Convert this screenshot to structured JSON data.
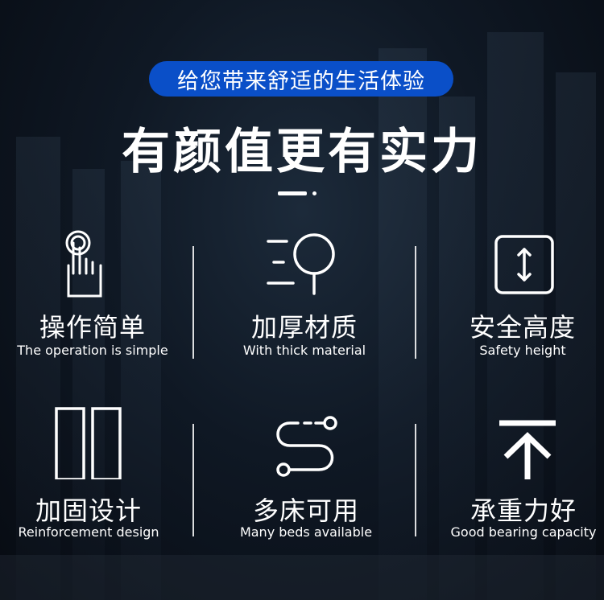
{
  "header": {
    "tagline": "给您带来舒适的生活体验",
    "headline": "有颜值更有实力"
  },
  "features": [
    {
      "title_cn": "操作简单",
      "title_en": "The operation is simple",
      "icon": "touch-finger-icon"
    },
    {
      "title_cn": "加厚材质",
      "title_en": "With thick material",
      "icon": "magnifier-lines-icon"
    },
    {
      "title_cn": "安全高度",
      "title_en": "Safety height",
      "icon": "height-arrow-box-icon"
    },
    {
      "title_cn": "加固设计",
      "title_en": "Reinforcement design",
      "icon": "double-panel-icon"
    },
    {
      "title_cn": "多床可用",
      "title_en": "Many beds available",
      "icon": "route-path-icon"
    },
    {
      "title_cn": "承重力好",
      "title_en": "Good bearing capacity",
      "icon": "upload-arrow-icon"
    }
  ],
  "colors": {
    "accent": "#0a4fc8",
    "text": "#ffffff",
    "background": "#0f1824"
  }
}
